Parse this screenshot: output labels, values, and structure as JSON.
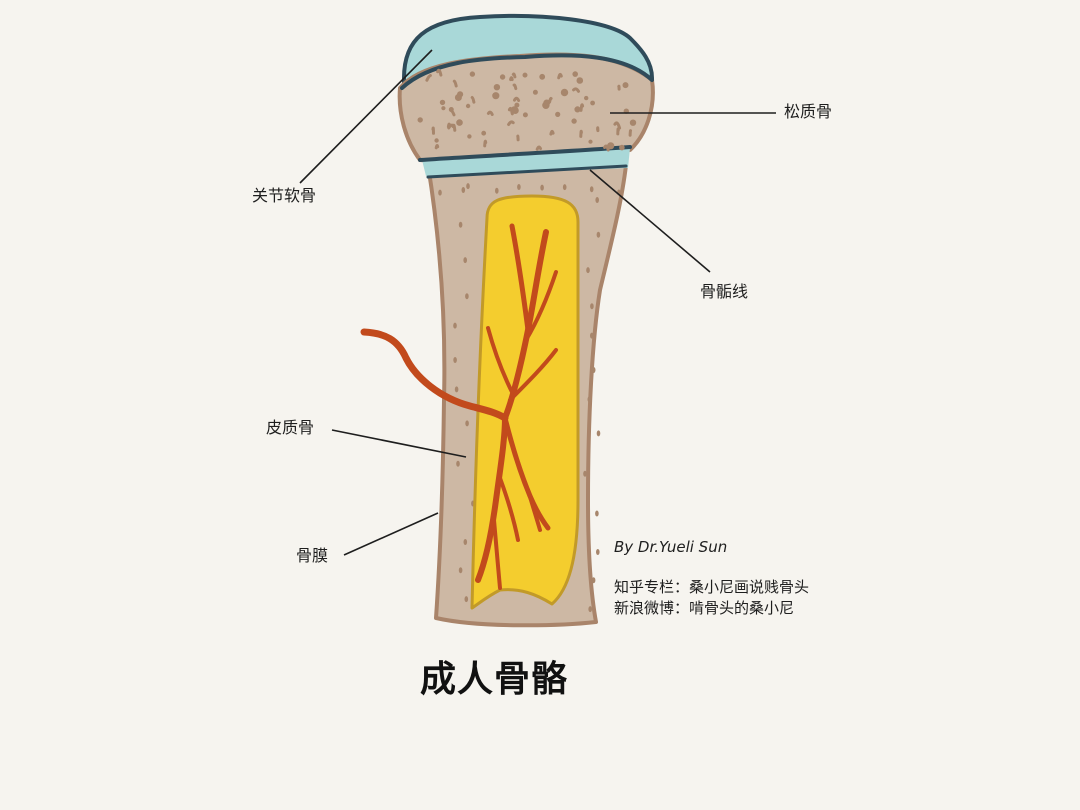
{
  "title": "成人骨骼",
  "labels": {
    "articular_cartilage": "关节软骨",
    "spongy_bone": "松质骨",
    "epiphyseal_line": "骨骺线",
    "compact_bone": "皮质骨",
    "periosteum": "骨膜"
  },
  "credits": {
    "author": "By Dr.Yueli Sun",
    "zhihu": "知乎专栏：桑小尼画说贱骨头",
    "weibo": "新浪微博：啃骨头的桑小尼"
  },
  "colors": {
    "background": "#f6f4ef",
    "cartilage": "#a9d8d8",
    "cartilage_outline": "#2f4b5a",
    "bone": "#cdb8a4",
    "bone_outline": "#a9846a",
    "bone_dots": "#a7866c",
    "marrow": "#f4cd2e",
    "marrow_outline": "#c29a28",
    "vessel": "#c24a1c"
  }
}
